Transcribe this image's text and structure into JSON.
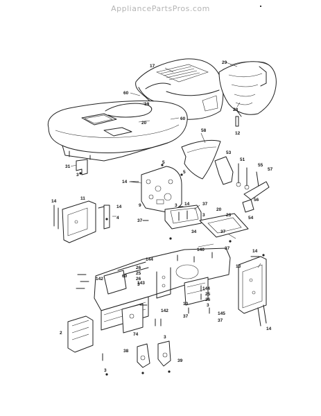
{
  "watermark": "AppliancePartsPros.com",
  "labels": [
    "17",
    "29",
    "60",
    "19",
    "28",
    "20",
    "60",
    "12",
    "31",
    "3",
    "58",
    "5",
    "5",
    "53",
    "51",
    "55",
    "57",
    "14",
    "9",
    "14",
    "14",
    "11",
    "14",
    "37",
    "4",
    "37",
    "20",
    "3",
    "3",
    "56",
    "54",
    "23",
    "34",
    "37",
    "37",
    "140",
    "144",
    "14",
    "26",
    "25",
    "26",
    "3",
    "13",
    "142",
    "60",
    "143",
    "144",
    "25",
    "26",
    "3",
    "142",
    "10",
    "37",
    "145",
    "37",
    "2",
    "74",
    "3",
    "38",
    "39",
    "14",
    "3"
  ]
}
